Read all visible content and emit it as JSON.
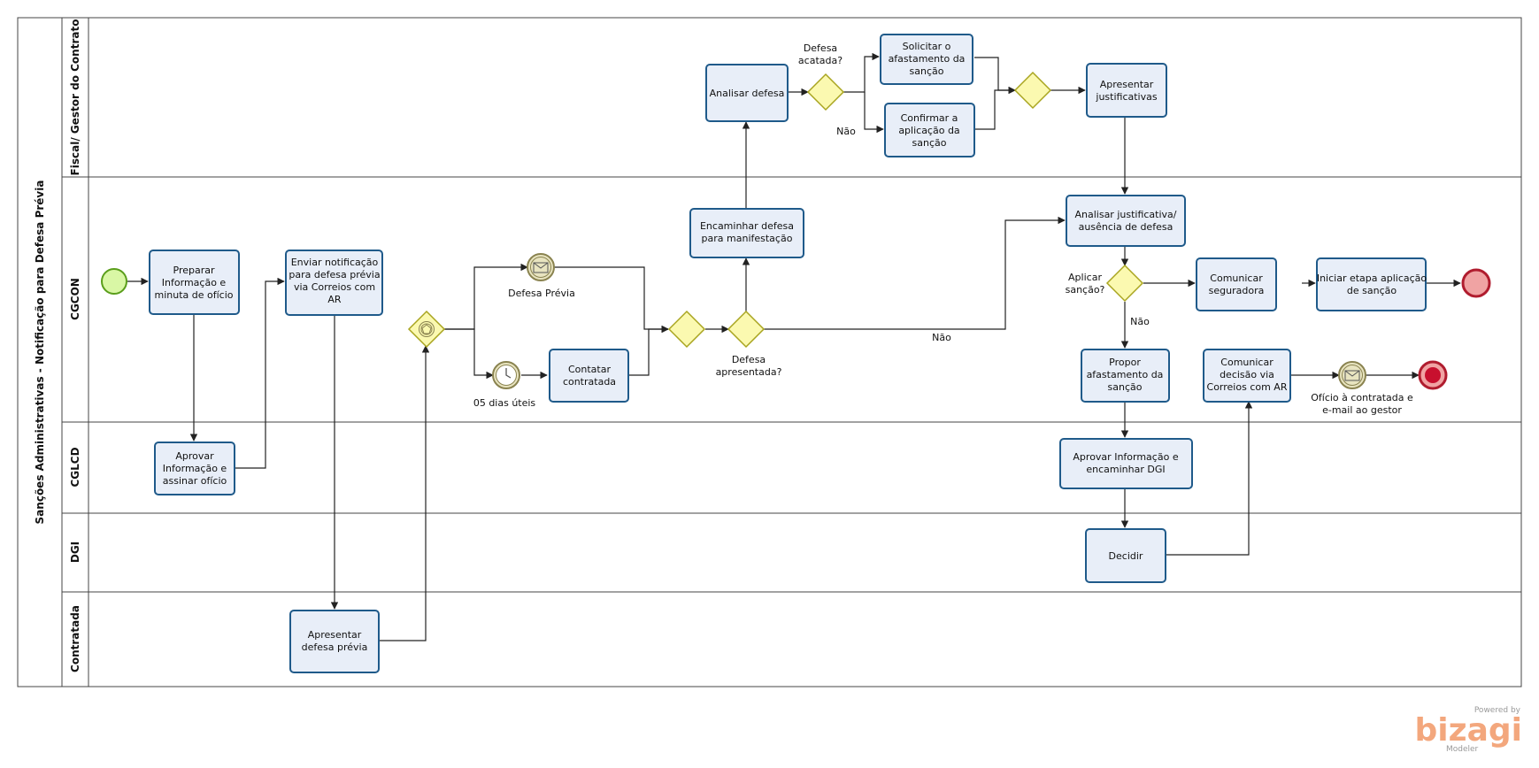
{
  "pool": {
    "title": "Sanções Administrativas - Notificação para Defesa Prévia"
  },
  "lanes": [
    {
      "id": "fiscal",
      "label": "Fiscal/ Gestor do Contrato"
    },
    {
      "id": "cgcon",
      "label": "CGCON"
    },
    {
      "id": "cglcd",
      "label": "CGLCD"
    },
    {
      "id": "dgi",
      "label": "DGI"
    },
    {
      "id": "contratada",
      "label": "Contratada"
    }
  ],
  "tasks": {
    "preparar": [
      "Preparar",
      "Informação e",
      "minuta de ofício"
    ],
    "aprovar_cglcd": [
      "Aprovar",
      "Informação e",
      "assinar ofício"
    ],
    "enviar": [
      "Enviar notificação",
      "para defesa prévia",
      "via Correios com",
      "AR"
    ],
    "apresentar_defesa": [
      "Apresentar",
      "defesa prévia"
    ],
    "contatar": [
      "Contatar",
      "contratada"
    ],
    "encaminhar": [
      "Encaminhar  defesa",
      "para manifestação"
    ],
    "analisar_defesa": [
      "Analisar defesa"
    ],
    "solicitar": [
      "Solicitar o",
      "afastamento da",
      "sanção"
    ],
    "confirmar": [
      "Confirmar a",
      "aplicação da",
      "sanção"
    ],
    "apresentar_just": [
      "Apresentar",
      "justificativas"
    ],
    "analisar_just": [
      "Analisar justificativa/",
      "ausência de defesa"
    ],
    "comunicar_seg": [
      "Comunicar",
      "seguradora"
    ],
    "iniciar": [
      "Iniciar etapa aplicação",
      "de sanção"
    ],
    "propor": [
      "Propor",
      "afastamento da",
      "sanção"
    ],
    "comunicar_dec": [
      "Comunicar",
      "decisão via",
      "Correios com AR"
    ],
    "aprovar_info": [
      "Aprovar Informação e",
      "encaminhar DGI"
    ],
    "decidir": [
      "Decidir"
    ]
  },
  "labels": {
    "defesa_previa": "Defesa Prévia",
    "dias_uteis": "05 dias úteis",
    "defesa_apresentada": [
      "Defesa",
      "apresentada?"
    ],
    "defesa_acatada": [
      "Defesa",
      "acatada?"
    ],
    "nao_acatada": "Não",
    "nao_apresentada": "Não",
    "aplicar_sancao": [
      "Aplicar",
      "sanção?"
    ],
    "nao_aplicar": "Não",
    "oficio": [
      "Ofício à contratada e",
      "e-mail ao gestor"
    ]
  },
  "watermark": {
    "powered": "Powered by",
    "brand": "bizagi",
    "product": "Modeler"
  },
  "colors": {
    "task_fill": "#e8eef8",
    "task_stroke": "#1f5a8a",
    "gateway_fill": "#fbf9b0",
    "gateway_stroke": "#a9a520",
    "start_fill": "#d9f7a5",
    "start_stroke": "#5a9e1b",
    "end_fill": "#f0a3a3",
    "end_stroke": "#b01c2e",
    "event_fill": "#e8e4c0",
    "event_stroke": "#8a8350"
  }
}
